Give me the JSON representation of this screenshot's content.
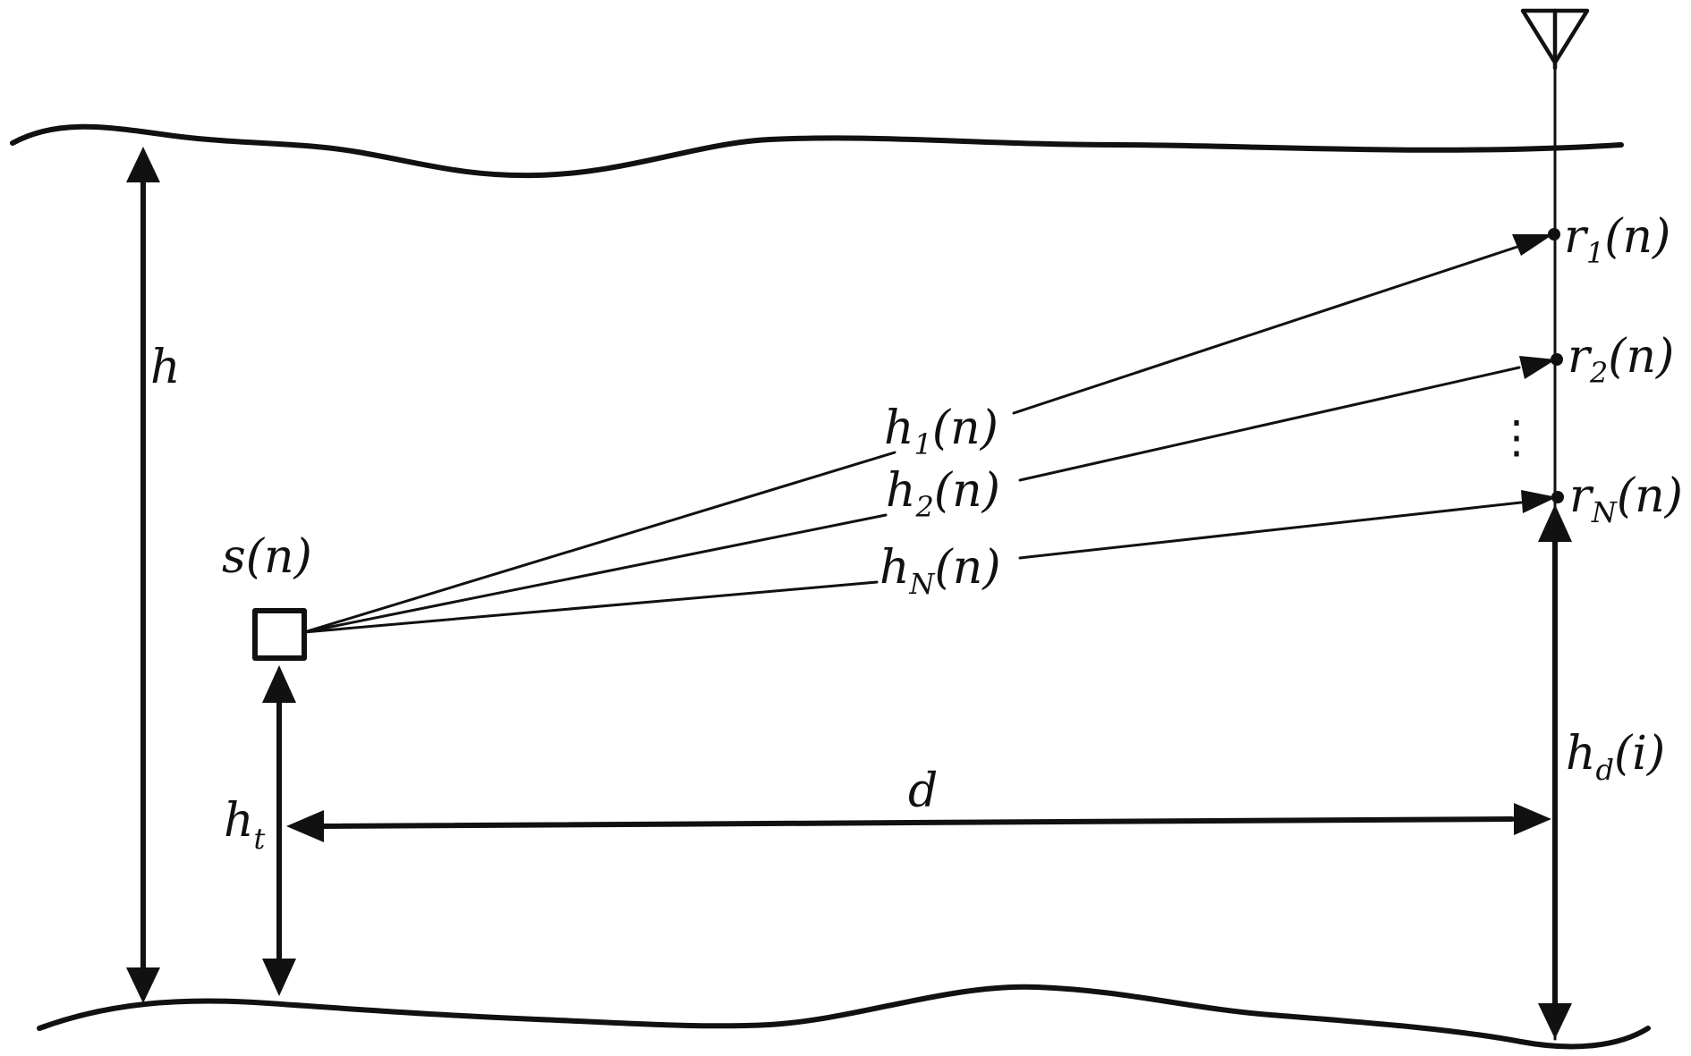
{
  "labels": {
    "h": "h",
    "s_base": "s",
    "s_arg": "(n)",
    "h1_base": "h",
    "h1_sub": "1",
    "h1_arg": "(n)",
    "h2_base": "h",
    "h2_sub": "2",
    "h2_arg": "(n)",
    "hN_base": "h",
    "hN_sub": "N",
    "hN_arg": "(n)",
    "r1_base": "r",
    "r1_sub": "1",
    "r1_arg": "(n)",
    "r2_base": "r",
    "r2_sub": "2",
    "r2_arg": "(n)",
    "rN_base": "r",
    "rN_sub": "N",
    "rN_arg": "(n)",
    "vdots": "⋮",
    "hd_base": "h",
    "hd_sub": "d",
    "hd_arg": "(i)",
    "d": "d",
    "ht_base": "h",
    "ht_sub": "t"
  },
  "colors": {
    "stroke": "#111111",
    "background": "#ffffff"
  },
  "icons": {
    "transmitter": "square-source-icon",
    "receiver": "antenna-icon"
  }
}
